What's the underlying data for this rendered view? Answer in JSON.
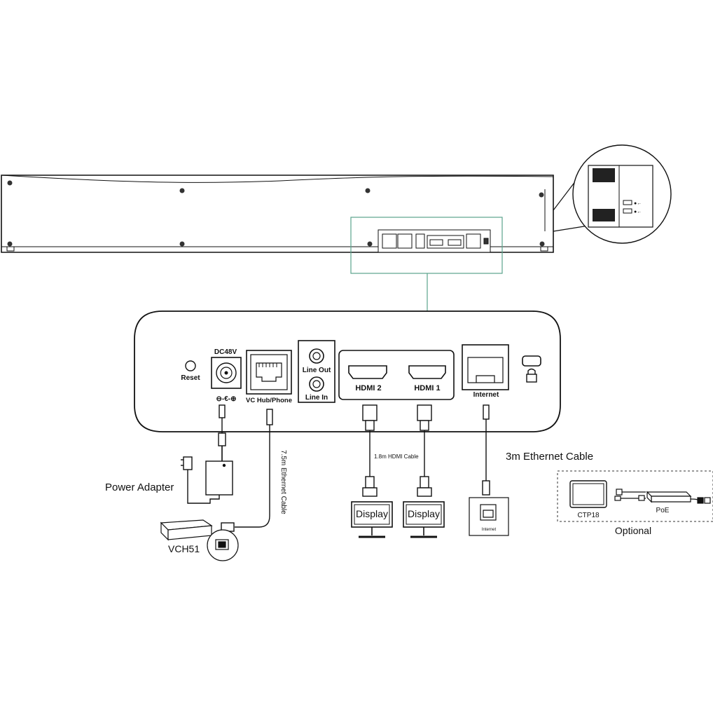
{
  "ports": {
    "reset": "Reset",
    "dc48v": "DC48V",
    "vc_hub_phone": "VC Hub/Phone",
    "line_out": "Line Out",
    "line_in": "Line In",
    "hdmi2": "HDMI 2",
    "hdmi1": "HDMI 1",
    "internet": "Internet"
  },
  "labels": {
    "power_adapter": "Power Adapter",
    "vch51": "VCH51",
    "cable_75m": "7.5m Ethernet Cable",
    "cable_hdmi": "1.8m HDMI Cable",
    "display1": "Display",
    "display2": "Display",
    "wall_internet": "Internet",
    "cable_3m": "3m Ethernet Cable",
    "ctp18": "CTP18",
    "poe": "PoE",
    "optional": "Optional"
  },
  "colors": {
    "line": "#111111",
    "callout": "#5aa48c",
    "device_fill": "#ffffff",
    "dark": "#222222"
  }
}
